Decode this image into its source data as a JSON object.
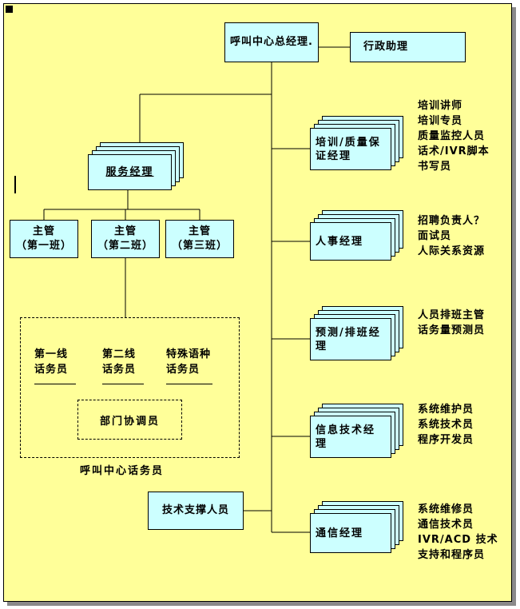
{
  "colors": {
    "page_bg": "#FFFF99",
    "box_fill": "#CCFFFF",
    "box_border": "#000000"
  },
  "org": {
    "general_manager": "呼叫中心总经理.",
    "admin_assistant": "行政助理",
    "service_manager": "服务经理",
    "supervisors": [
      "主管\n（第一班）",
      "主管\n（第二班）",
      "主管\n（第三班）"
    ],
    "operator_group": {
      "operators": [
        "第一线\n话务员",
        "第二线\n话务员",
        "特殊语种\n话务员"
      ],
      "coordinator": "部门协调员",
      "caption": "呼叫中心话务员"
    },
    "tech_support": "技术支撑人员",
    "right_managers": [
      {
        "label": "培训/质量保证经理",
        "staff": [
          "培训讲师",
          "培训专员",
          "质量监控人员",
          "话术/IVR脚本",
          "书写员"
        ]
      },
      {
        "label": "人事经理",
        "staff": [
          "招聘负责人？",
          "面试员",
          "人际关系资源"
        ]
      },
      {
        "label": "预测/排班经理",
        "staff": [
          "人员排班主管",
          "话务量预测员"
        ]
      },
      {
        "label": "信息技术经理",
        "staff": [
          "系统维护员",
          "系统技术员",
          "程序开发员"
        ]
      },
      {
        "label": "通信经理",
        "staff": [
          "系统维修员",
          "通信技术员",
          "IVR/ACD 技术",
          "支持和程序员"
        ]
      }
    ]
  }
}
